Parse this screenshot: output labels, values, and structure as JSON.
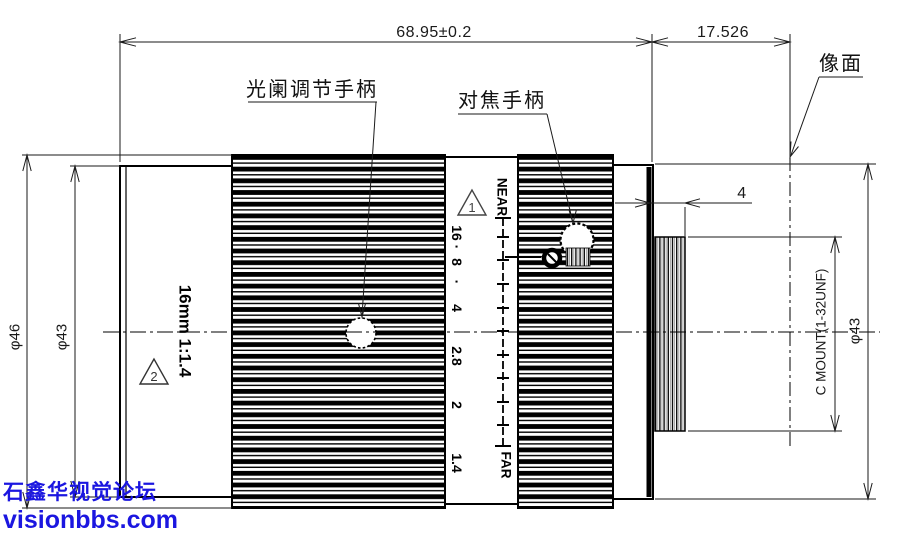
{
  "drawing": {
    "type": "lens-mechanical-drawing",
    "line_color": "#000000",
    "background": "#ffffff"
  },
  "dims": {
    "total_length": "68.95±0.2",
    "back_distance": "17.526",
    "thread_length": "4",
    "front_diameter": "φ46",
    "barrel_diameter": "φ43",
    "rear_diameter": "φ43",
    "mount_spec": "C MOUNT(1-32UNF)"
  },
  "labels": {
    "aperture_handle": "光阑调节手柄",
    "focus_handle": "对焦手柄",
    "image_plane": "像面",
    "lens_spec": "16mm 1:1.4",
    "near": "NEAR",
    "far": "FAR",
    "note1": "1",
    "note2": "2"
  },
  "aperture_scale": {
    "values": [
      "16",
      "·",
      "8",
      "·",
      "4",
      "2.8",
      "2",
      "1.4"
    ]
  },
  "watermark": {
    "line1": "石鑫华视觉论坛",
    "line2": "visionbbs.com",
    "color": "#1b16e0"
  }
}
